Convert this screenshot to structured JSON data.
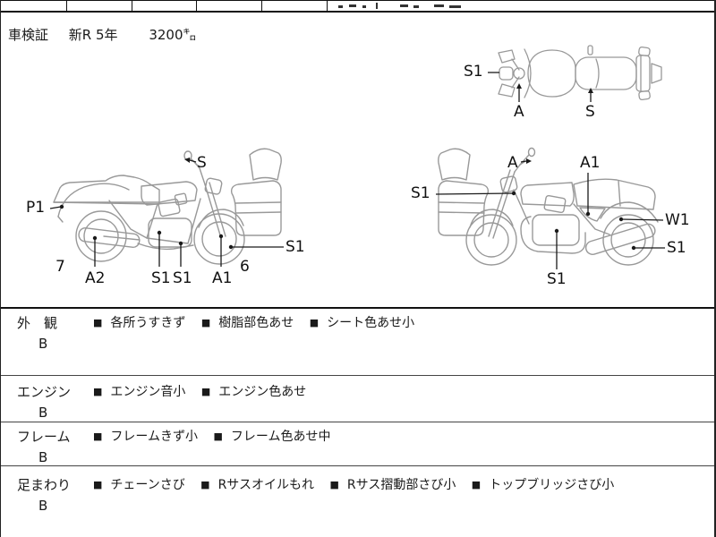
{
  "colors": {
    "ink": "#1a1a1a",
    "line_art": "#999999",
    "border": "#111111"
  },
  "header": {
    "vehicle_doc_label": "車検証",
    "registration": "新R 5年",
    "mileage": "3200㌔"
  },
  "bullet": "■",
  "diagrams": {
    "top_view_labels": [
      "S1",
      "A",
      "S"
    ],
    "left_view_labels": [
      "S",
      "P1",
      "7",
      "A2",
      "S1",
      "S1",
      "A1",
      "6",
      "S1"
    ],
    "right_view_labels": [
      "A",
      "A1",
      "S1",
      "W1",
      "S1",
      "S1"
    ]
  },
  "sections": [
    {
      "label": "外　観",
      "grade": "B",
      "items": [
        "各所うすきず",
        "樹脂部色あせ",
        "シート色あせ小"
      ]
    },
    {
      "label": "エンジン",
      "grade": "B",
      "items": [
        "エンジン音小",
        "エンジン色あせ"
      ]
    },
    {
      "label": "フレーム",
      "grade": "B",
      "items": [
        "フレームきず小",
        "フレーム色あせ中"
      ]
    },
    {
      "label": "足まわり",
      "grade": "B",
      "items": [
        "チェーンさび",
        "Rサスオイルもれ",
        "Rサス摺動部さび小",
        "トップブリッジさび小"
      ]
    }
  ]
}
